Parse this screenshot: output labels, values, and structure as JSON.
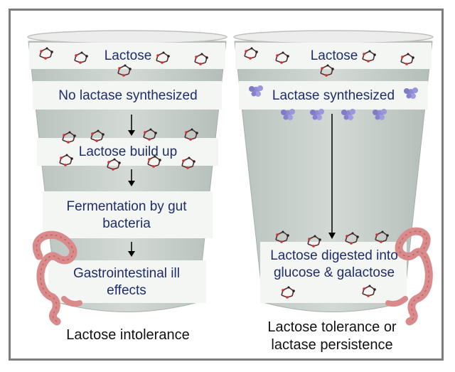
{
  "left_cup": {
    "band1": "Lactose",
    "band2": "No lactase synthesized",
    "band3": "Lactose build up",
    "band4": "Fermentation by gut bacteria",
    "band5": "Gastrointestinal ill effects",
    "caption": "Lactose intolerance"
  },
  "right_cup": {
    "band1": "Lactose",
    "band2": "Lactase synthesized",
    "band3": "Lactose digested into glucose & galactose",
    "caption": "Lactose tolerance or lactase persistence"
  },
  "colors": {
    "cup_fill": "#c4cdc8",
    "band": "#f4f6f4",
    "text": "#1f2d6b",
    "molecule": "#6a3a3a",
    "lactase": "#8e8ad0",
    "intestine": "#d98a8a"
  }
}
